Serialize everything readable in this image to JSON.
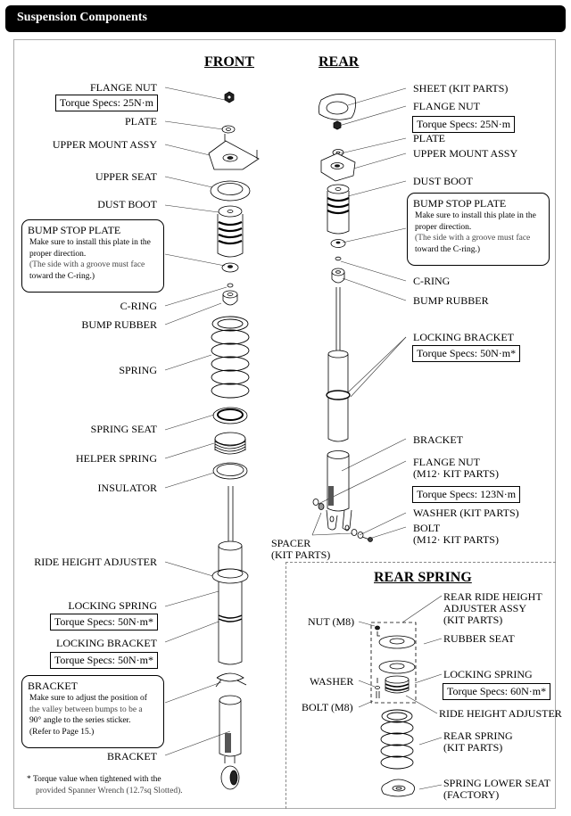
{
  "header": {
    "title": "Suspension Components"
  },
  "front": {
    "title": "FRONT",
    "labels": {
      "flange_nut": "FLANGE NUT",
      "flange_nut_torque": "Torque Specs: 25N·m",
      "plate": "PLATE",
      "upper_mount": "UPPER MOUNT ASSY",
      "upper_seat": "UPPER SEAT",
      "dust_boot": "DUST BOOT",
      "c_ring": "C-RING",
      "bump_rubber": "BUMP RUBBER",
      "spring": "SPRING",
      "spring_seat": "SPRING SEAT",
      "helper_spring": "HELPER SPRING",
      "insulator": "INSULATOR",
      "ride_height_adjuster": "RIDE HEIGHT ADJUSTER",
      "locking_spring": "LOCKING SPRING",
      "locking_spring_torque": "Torque Specs: 50N·m*",
      "locking_bracket": "LOCKING BRACKET",
      "locking_bracket_torque": "Torque Specs: 50N·m*",
      "bracket": "BRACKET"
    },
    "bump_stop_note": {
      "title": "BUMP STOP PLATE",
      "line1": "Make sure to install this plate in the",
      "line2": "proper direction.",
      "line3": "(The side with a groove must face",
      "line4": "toward the C-ring.)"
    },
    "bracket_note": {
      "title": "BRACKET",
      "line1": "Make sure to adjust the position of",
      "line2": "the valley between bumps to be a",
      "line3": "90° angle to the series sticker.",
      "line4": "(Refer to Page 15.)"
    },
    "footnote": {
      "line1": "* Torque value when tightened with the",
      "line2": "provided Spanner Wrench (12.7sq Slotted)."
    }
  },
  "rear": {
    "title": "REAR",
    "labels": {
      "sheet": "SHEET (KIT PARTS)",
      "flange_nut": "FLANGE NUT",
      "flange_nut_torque": "Torque Specs: 25N·m",
      "plate": "PLATE",
      "upper_mount": "UPPER MOUNT ASSY",
      "dust_boot": "DUST BOOT",
      "c_ring": "C-RING",
      "bump_rubber": "BUMP RUBBER",
      "locking_bracket": "LOCKING BRACKET",
      "locking_bracket_torque": "Torque Specs: 50N·m*",
      "bracket": "BRACKET",
      "flange_nut_m12_1": "FLANGE NUT",
      "flange_nut_m12_2": "(M12· KIT PARTS)",
      "flange_nut_m12_torque": "Torque Specs: 123N·m",
      "washer": "WASHER (KIT PARTS)",
      "bolt_1": "BOLT",
      "bolt_2": "(M12· KIT PARTS)",
      "spacer_1": "SPACER",
      "spacer_2": "(KIT PARTS)"
    },
    "bump_stop_note": {
      "title": "BUMP STOP PLATE",
      "line1": "Make sure to install this plate in the",
      "line2": "proper direction.",
      "line3": "(The side with a groove must face",
      "line4": "toward the C-ring.)"
    }
  },
  "rear_spring": {
    "title": "REAR SPRING",
    "labels": {
      "adjuster_assy_1": "REAR RIDE HEIGHT",
      "adjuster_assy_2": "ADJUSTER ASSY",
      "adjuster_assy_3": "(KIT PARTS)",
      "nut": "NUT (M8)",
      "rubber_seat": "RUBBER SEAT",
      "washer": "WASHER",
      "locking_spring": "LOCKING SPRING",
      "locking_spring_torque": "Torque Specs: 60N·m*",
      "bolt": "BOLT (M8)",
      "ride_height_adjuster": "RIDE HEIGHT ADJUSTER",
      "rear_spring_1": "REAR SPRING",
      "rear_spring_2": "(KIT PARTS)",
      "lower_seat_1": "SPRING LOWER SEAT",
      "lower_seat_2": "(FACTORY)"
    }
  }
}
